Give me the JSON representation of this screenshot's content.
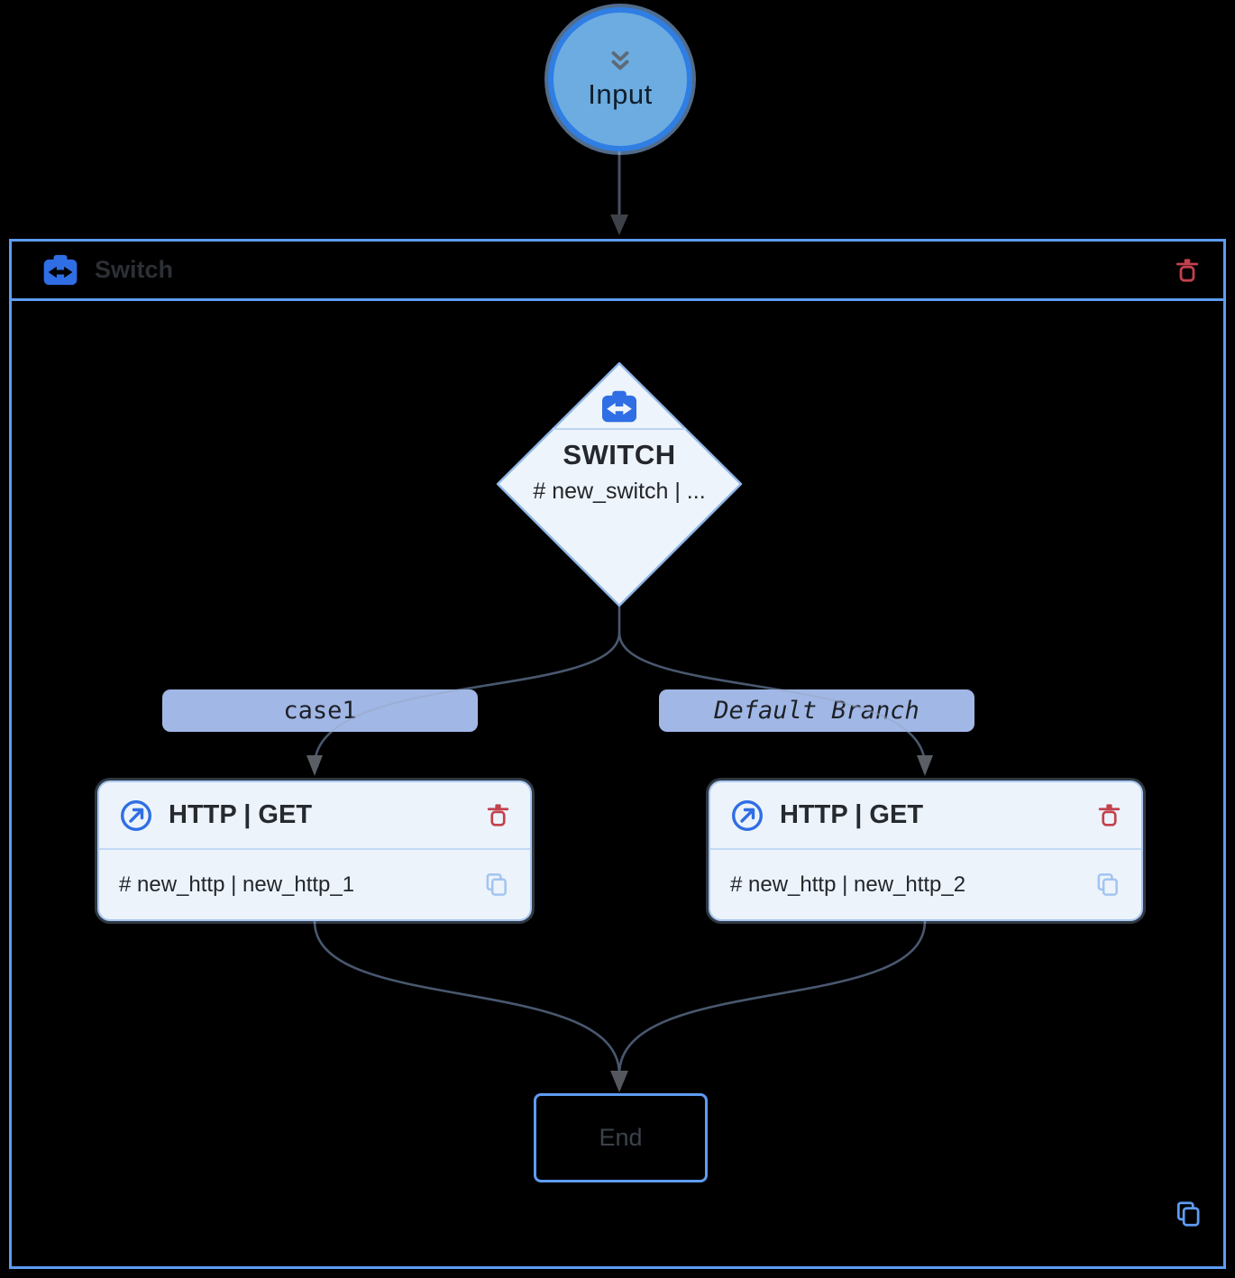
{
  "colors": {
    "background": "#000000",
    "accent_blue": "#5e9cf2",
    "icon_blue": "#2f6ee4",
    "node_fill": "#ecf3fb",
    "node_border": "#a9c8f0",
    "diamond_fill": "#eef4fb",
    "branch_pill_fill": "#adc5f7",
    "danger_red": "#c2414d",
    "edge_color": "#49586f",
    "input_fill": "#6cace0",
    "input_border": "#2f7ee4"
  },
  "input_node": {
    "label": "Input",
    "icon": "double-chevron-down-icon"
  },
  "switch_group": {
    "title": "Switch",
    "type_icon": "switch-arrows-icon",
    "delete_icon": "trash-icon",
    "copy_icon": "copy-icon"
  },
  "switch_node": {
    "title": "SWITCH",
    "subtitle": "# new_switch | ...",
    "icon": "switch-arrows-icon"
  },
  "branches": [
    {
      "label": "case1"
    },
    {
      "label": "Default Branch"
    }
  ],
  "http_nodes": [
    {
      "title": "HTTP | GET",
      "subtitle": "# new_http | new_http_1",
      "icon": "arrow-up-right-circle-icon",
      "delete_icon": "trash-icon",
      "copy_icon": "copy-icon"
    },
    {
      "title": "HTTP | GET",
      "subtitle": "# new_http | new_http_2",
      "icon": "arrow-up-right-circle-icon",
      "delete_icon": "trash-icon",
      "copy_icon": "copy-icon"
    }
  ],
  "end_node": {
    "label": "End"
  }
}
